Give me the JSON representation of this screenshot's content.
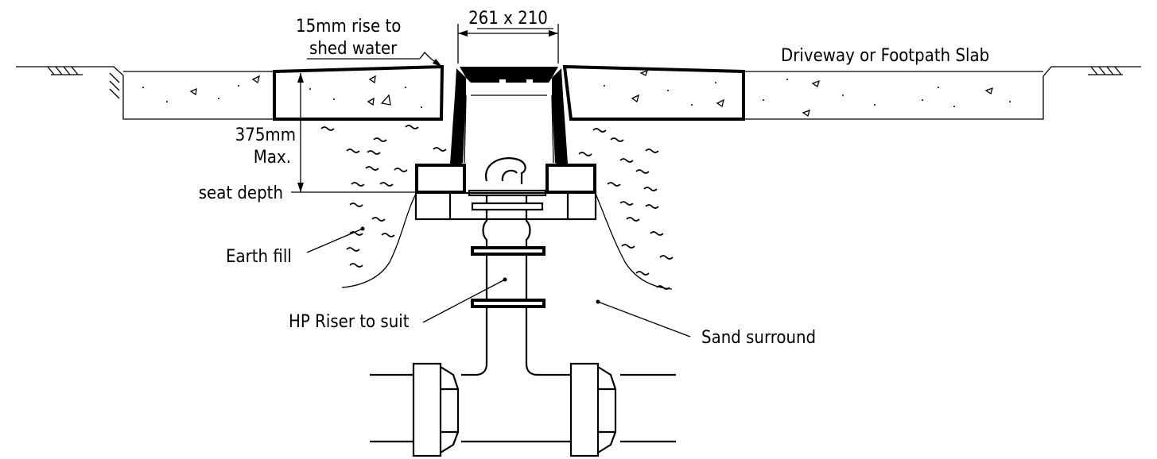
{
  "labels": {
    "rise": "15mm rise to",
    "rise2": "shed water",
    "dimension": "261 x 210",
    "slab": "Driveway or Footpath Slab",
    "depth1": "375mm",
    "depth2": "Max.",
    "seat": "seat depth",
    "earth": "Earth fill",
    "riser": "HP Riser to suit",
    "sand": "Sand surround"
  }
}
